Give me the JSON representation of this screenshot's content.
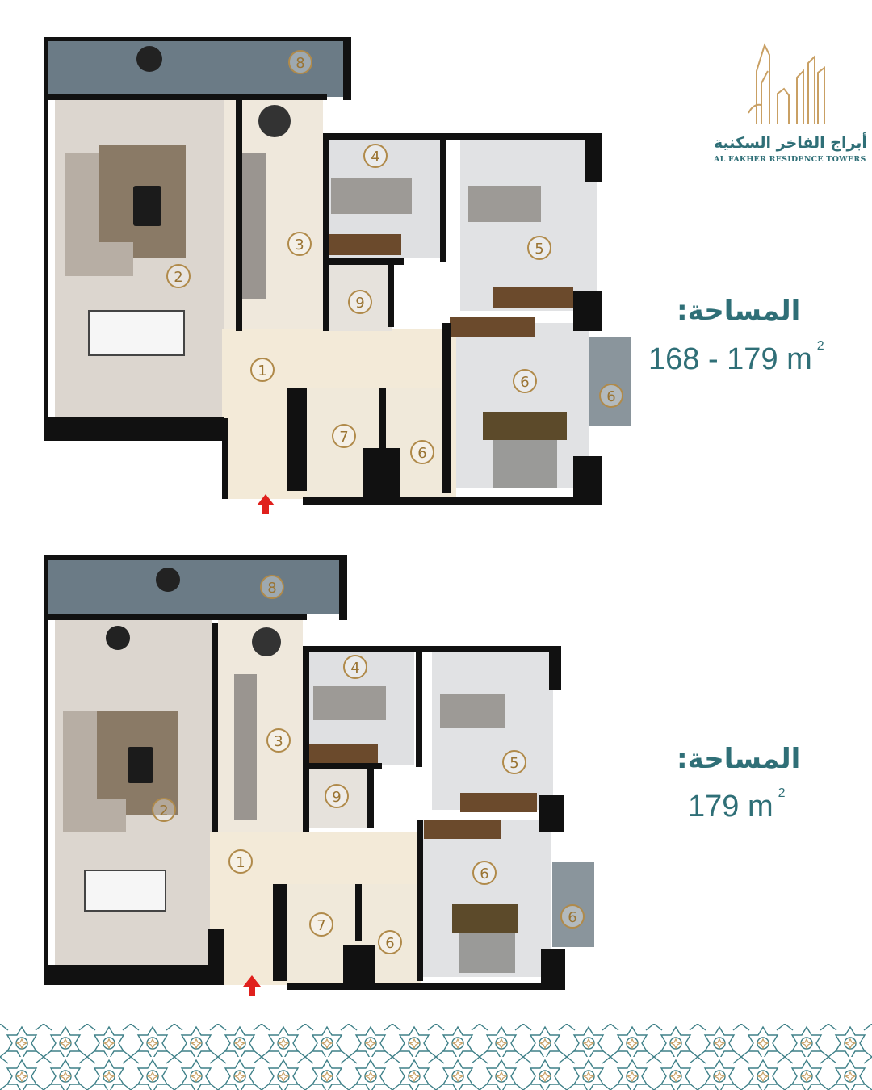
{
  "brand": {
    "name_ar": "أبراج الفاخر السكنية",
    "name_en": "AL FAKHER RESIDENCE TOWERS"
  },
  "plans": [
    {
      "area_label": "المساحة:",
      "area_value": "168 - 179 m",
      "area_unit_sup": "2",
      "rooms": [
        "1",
        "2",
        "3",
        "4",
        "5",
        "6",
        "6",
        "6",
        "7",
        "8",
        "9"
      ]
    },
    {
      "area_label": "المساحة:",
      "area_value": "179 m",
      "area_unit_sup": "2",
      "rooms": [
        "1",
        "2",
        "3",
        "4",
        "5",
        "6",
        "6",
        "6",
        "7",
        "8",
        "9"
      ]
    }
  ],
  "colors": {
    "accent": "#2f6f77",
    "gold": "#b08a4a",
    "wall": "#111111",
    "entry": "#e0201c"
  }
}
